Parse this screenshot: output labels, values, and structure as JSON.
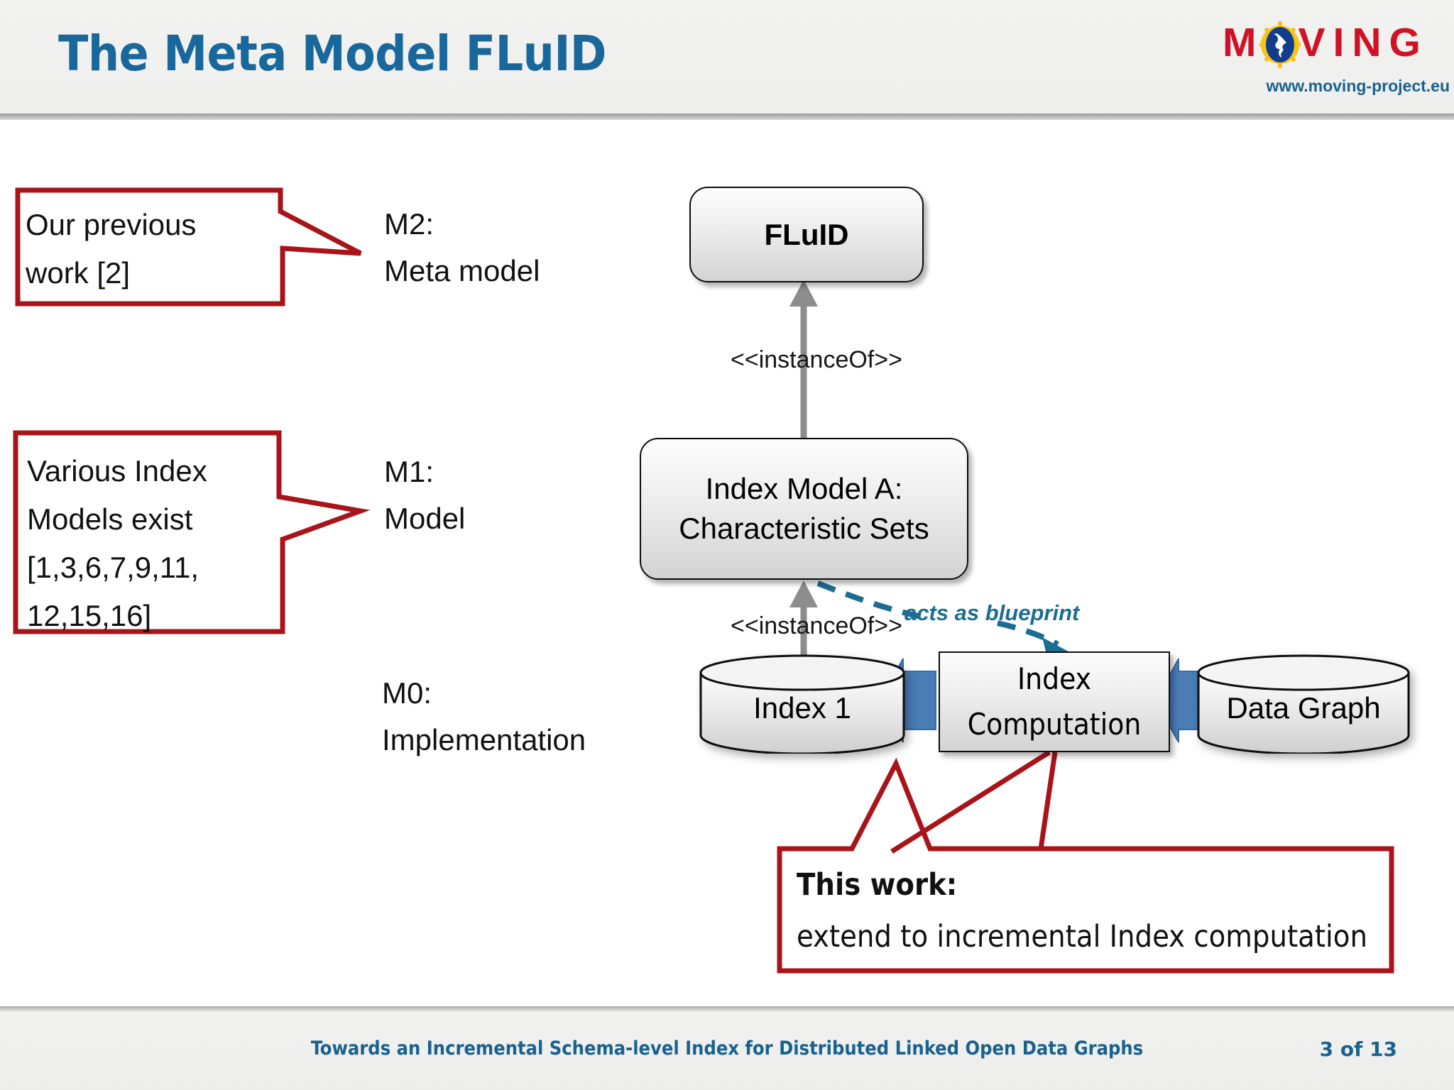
{
  "header": {
    "title": "The Meta Model FLuID",
    "logo": {
      "text_before": "M",
      "text_after": "VING",
      "icon": "globe-gear-icon",
      "url": "www.moving-project.eu",
      "red": "#cf1225",
      "blue": "#17628f"
    }
  },
  "footer": {
    "text": "Towards an Incremental Schema-level Index for Distributed Linked Open Data Graphs",
    "page": "3 of 13"
  },
  "callouts": [
    {
      "name": "previous-work",
      "text": "Our previous\nwork [2]",
      "border_color": "#a81419"
    },
    {
      "name": "various-index-models",
      "text": "Various Index\nModels exist\n[1,3,6,7,9,11,\n12,15,16]",
      "border_color": "#a81419"
    },
    {
      "name": "this-work",
      "title": "This work:",
      "body": "extend to incremental Index computation",
      "border_color": "#a81419"
    }
  ],
  "levels": [
    {
      "name": "m2",
      "text": "M2:\nMeta model"
    },
    {
      "name": "m1",
      "text": "M1:\nModel"
    },
    {
      "name": "m0",
      "text": "M0:\nImplementation"
    }
  ],
  "diagram": {
    "nodes": [
      {
        "name": "fluid",
        "label": "FLuID",
        "shape": "rounded-rect"
      },
      {
        "name": "index-model-a",
        "label": "Index Model A:\nCharacteristic Sets",
        "shape": "rounded-rect"
      },
      {
        "name": "index-computation",
        "label": "Index\nComputation",
        "shape": "rect"
      },
      {
        "name": "index-1",
        "label": "Index 1",
        "shape": "cylinder"
      },
      {
        "name": "data-graph",
        "label": "Data Graph",
        "shape": "cylinder"
      }
    ],
    "edges": [
      {
        "name": "instanceof-upper",
        "label": "<<instanceOf>>",
        "style": "solid-gray-arrow-up"
      },
      {
        "name": "instanceof-lower",
        "label": "<<instanceOf>>",
        "style": "solid-gray-arrow-up"
      },
      {
        "name": "acts-as-blueprint",
        "label": "acts as blueprint",
        "style": "dashed-teal-curved-arrow",
        "color": "#1b6d93"
      },
      {
        "name": "index-computation-to-index-1",
        "label": "",
        "style": "blue-block-arrow-left",
        "color": "#4a7cb5"
      },
      {
        "name": "data-graph-to-index-computation",
        "label": "",
        "style": "blue-block-arrow-left",
        "color": "#4a7cb5"
      }
    ]
  }
}
